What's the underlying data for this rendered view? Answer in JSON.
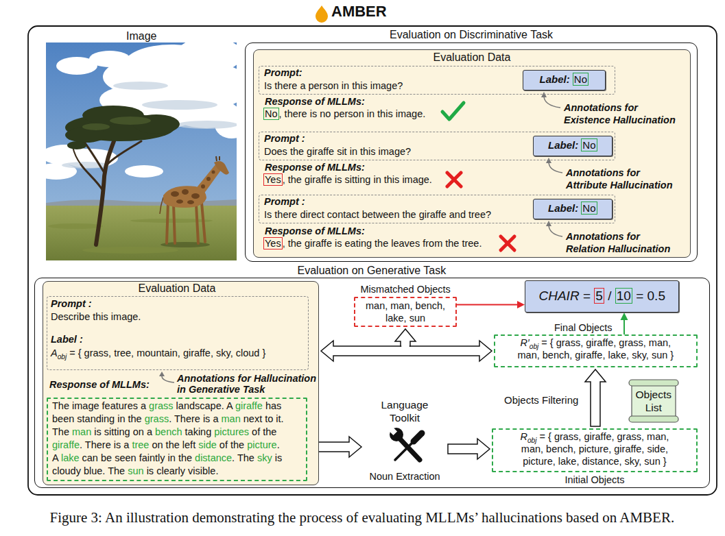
{
  "diagram": {
    "title": "AMBER",
    "caption": "Figure 3: An illustration demonstrating the process of evaluating MLLMs’ hallucinations based on AMBER.",
    "nodes": [
      {
        "text": [
          "Evaluation on Discriminative Task"
        ]
      },
      {
        "text": [
          "Evaluation Data",
          "Response of MLLMs:",
          "No, there is no person in this image.",
          "Annotations for Existence Hallucination",
          "Response of MLLMs:",
          "Yes, the giraffe is sitting in this image.",
          "Annotations for Attribute Hallucination",
          "Response of MLLMs:",
          "Yes, the giraffe is eating the leaves from the tree.",
          "Annotations for Relation Hallucination"
        ],
        "in": 0
      },
      {
        "text": [
          "Prompt:",
          "Is there a person in this image?"
        ],
        "in": 1
      },
      {
        "text": [
          "Label: No"
        ],
        "in": 2
      },
      {
        "text": [
          "Prompt :",
          "Does the giraffe sit in this image?"
        ],
        "in": 1
      },
      {
        "text": [
          "Label: No"
        ],
        "in": 4
      },
      {
        "text": [
          "Prompt :",
          "Is there direct contact between the giraffe and tree?"
        ],
        "in": 1
      },
      {
        "text": [
          "Label: No"
        ],
        "in": 6
      },
      {
        "text": [
          "Evaluation on Generative Task"
        ]
      },
      {
        "text": [
          "Evaluation Data",
          "Response of MLLMs:",
          "Annotations for Hallucination in Generative Task"
        ],
        "in": 8
      },
      {
        "text": [
          "Prompt :",
          "Describe this image.",
          "Label :",
          "Aobj = { grass, tree, mountain, giraffe, sky, cloud }"
        ],
        "in": 9
      },
      {
        "text": [
          "The image features a grass landscape. A giraffe has been standing in the grass. There is a man next to it. The man is sitting on a bench taking pictures of the giraffe. There is a tree on the left side of the picture. A lake can be seen faintly in the distance. The sky is cloudy blue. The sun is clearly visible."
        ],
        "in": 9
      },
      {
        "text": [
          "Mismatched Objects",
          "man, man, bench, lake, sun"
        ],
        "in": 8
      },
      {
        "text": [
          "CHAIR = 5 / 10 = 0.5"
        ],
        "in": 8
      },
      {
        "text": [
          "Final Objects",
          "R′obj = { grass, giraffe, grass, man, man, bench, giraffe, lake, sky, sun }"
        ],
        "in": 8
      },
      {
        "text": [
          "Language Toolkit",
          "Noun Extraction"
        ],
        "in": 8
      },
      {
        "text": [
          "Robj = { grass, giraffe, grass, man, man, bench, picture, giraffe, side, picture, lake, distance, sky, sun }",
          "Initial Objects"
        ],
        "in": 8
      },
      {
        "text": [
          "Objects List"
        ],
        "in": 8
      }
    ],
    "edges": [
      {
        "from": 9,
        "to": 14,
        "arrow": "both"
      },
      {
        "from": 12,
        "to": 13,
        "arrow": "to"
      },
      {
        "from": 14,
        "to": 13,
        "arrow": "to"
      },
      {
        "from": 11,
        "to": 15,
        "arrow": "to"
      },
      {
        "from": 15,
        "to": 16,
        "arrow": "to"
      },
      {
        "from": 16,
        "to": 14,
        "arrow": "to",
        "label": "Objects Filtering"
      }
    ],
    "labels": [
      "Image"
    ]
  }
}
